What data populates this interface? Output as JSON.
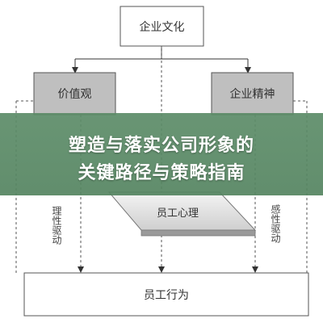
{
  "diagram": {
    "top_box": "企业文化",
    "left_box": "价值观",
    "right_box": "企业精神",
    "middle_box": "员工心理",
    "bottom_box": "员工行为",
    "left_label": "理性驱动",
    "right_label": "感性驱动"
  },
  "banner": {
    "line1": "塑造与落实公司形象的",
    "line2": "关键路径与策略指南"
  },
  "colors": {
    "banner_bg": "#5a8a66",
    "gray_box": "#bfbfbf",
    "line": "#333333"
  }
}
